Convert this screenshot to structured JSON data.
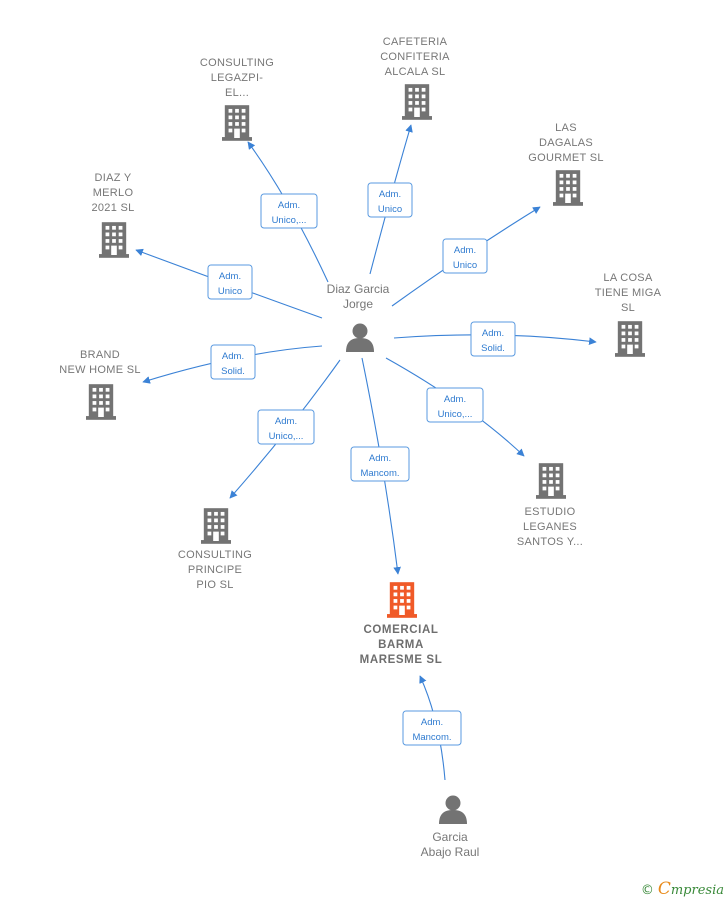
{
  "colors": {
    "edge": "#3b82d6",
    "company": "#737373",
    "highlight": "#f05a28",
    "person": "#737373"
  },
  "center_person": {
    "lines": [
      "Diaz Garcia",
      "Jorge"
    ]
  },
  "second_person": {
    "lines": [
      "Garcia",
      "Abajo Raul"
    ]
  },
  "main_company": {
    "lines": [
      "COMERCIAL",
      "BARMA",
      "MARESME  SL"
    ]
  },
  "companies": [
    {
      "id": "consulting-legazpi",
      "lines": [
        "CONSULTING",
        "LEGAZPI-",
        "EL..."
      ],
      "rel": [
        "Adm.",
        "Unico,..."
      ]
    },
    {
      "id": "cafeteria-confiteria",
      "lines": [
        "CAFETERIA",
        "CONFITERIA",
        "ALCALA SL"
      ],
      "rel": [
        "Adm.",
        "Unico"
      ]
    },
    {
      "id": "las-dagalas",
      "lines": [
        "LAS",
        "DAGALAS",
        "GOURMET  SL"
      ],
      "rel": [
        "Adm.",
        "Unico"
      ]
    },
    {
      "id": "diaz-y-merlo",
      "lines": [
        "DIAZ Y",
        "MERLO",
        "2021  SL"
      ],
      "rel": [
        "Adm.",
        "Unico"
      ]
    },
    {
      "id": "la-cosa-tiene-miga",
      "lines": [
        "LA COSA",
        "TIENE MIGA",
        "SL"
      ],
      "rel": [
        "Adm.",
        "Solid."
      ]
    },
    {
      "id": "brand-new-home",
      "lines": [
        "BRAND",
        "NEW HOME  SL"
      ],
      "rel": [
        "Adm.",
        "Solid."
      ]
    },
    {
      "id": "estudio-leganes",
      "lines": [
        "ESTUDIO",
        "LEGANES",
        "SANTOS Y..."
      ],
      "rel": [
        "Adm.",
        "Unico,..."
      ]
    },
    {
      "id": "consulting-principe",
      "lines": [
        "CONSULTING",
        "PRINCIPE",
        "PIO  SL"
      ],
      "rel": [
        "Adm.",
        "Unico,..."
      ]
    }
  ],
  "main_relation": [
    "Adm.",
    "Mancom."
  ],
  "second_relation": [
    "Adm.",
    "Mancom."
  ],
  "brand": {
    "symbol": "©",
    "initial": "C",
    "rest": "mpresia"
  }
}
